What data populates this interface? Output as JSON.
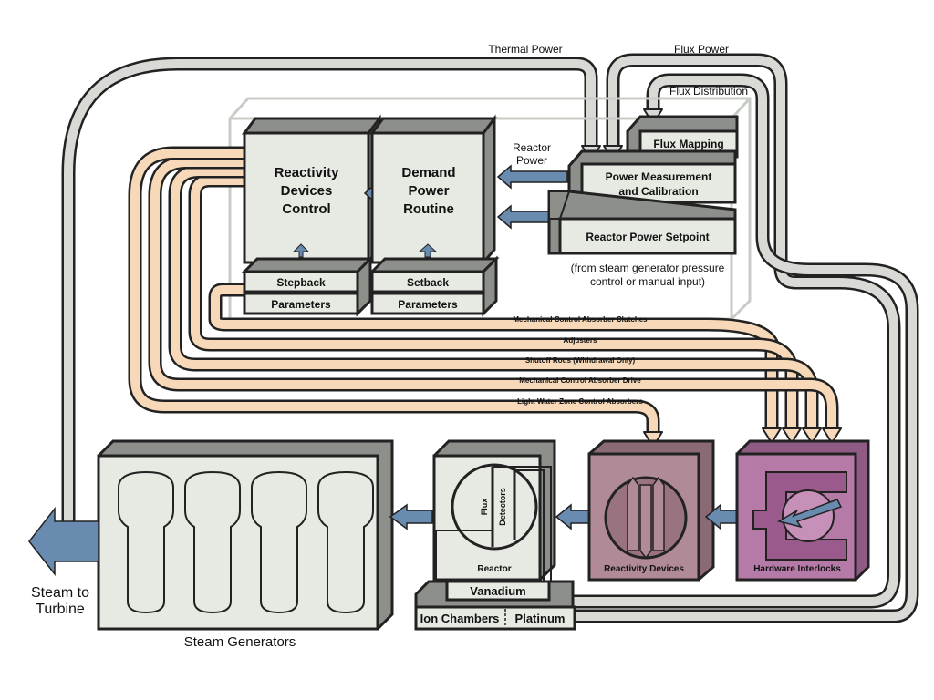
{
  "signals": {
    "thermal_power": "Thermal Power",
    "flux_power": "Flux Power",
    "flux_distribution": "Flux Distribution",
    "reactor_power": [
      "Reactor",
      "Power"
    ]
  },
  "blocks": {
    "reactivity_control": [
      "Reactivity",
      "Devices",
      "Control"
    ],
    "demand_power": [
      "Demand",
      "Power",
      "Routine"
    ],
    "stepback": "Stepback",
    "setback": "Setback",
    "parameters_left": "Parameters",
    "parameters_right": "Parameters",
    "flux_mapping": "Flux Mapping",
    "power_measurement": [
      "Power Measurement",
      "and Calibration"
    ],
    "reactor_power_setpoint": "Reactor Power Setpoint",
    "setpoint_note": [
      "(from steam generator pressure",
      "control or manual input)"
    ]
  },
  "bands": [
    "Mechanical Control Absorber Clutches",
    "Adjusters",
    "Shutoff Rods (Withdrawal Only)",
    "Mechanical Control Absorber Drive",
    "Light Water Zone Control Absorbers"
  ],
  "plant": {
    "steam_generators": "Steam Generators",
    "steam_to_turbine": [
      "Steam to",
      "Turbine"
    ],
    "reactor": "Reactor",
    "flux_detectors": [
      "Flux",
      "Detectors"
    ],
    "vanadium": "Vanadium",
    "ion_chambers": "Ion Chambers",
    "platinum": "Platinum",
    "reactivity_devices": "Reactivity Devices",
    "hardware_interlocks": "Hardware Interlocks"
  },
  "colors": {
    "box_face": "#e6eae3",
    "box_side": "#8c8f8a",
    "arrow_blue": "#6a8bb0",
    "signal_tube": "#d9dad6",
    "band_peach": "#f7d9b9",
    "reactivity_box": "#b08a96",
    "interlock_box": "#b57aa8"
  }
}
